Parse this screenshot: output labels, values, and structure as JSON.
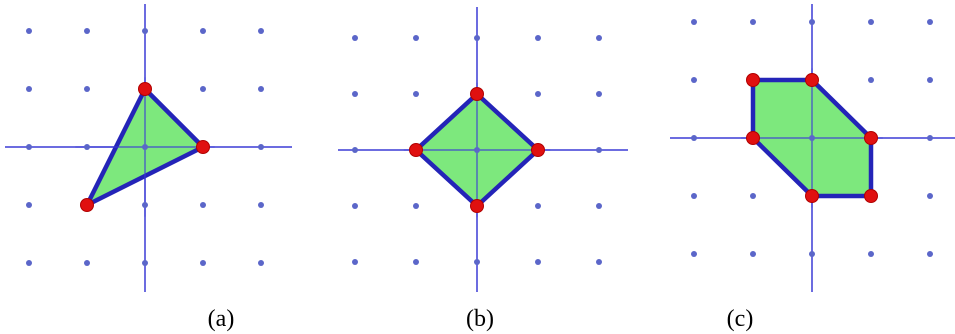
{
  "colors": {
    "background": "#ffffff",
    "axis": "#3b3bd6",
    "lattice_point": "#5b66c9",
    "polygon_fill": "#7de87d",
    "polygon_edge": "#2424b8",
    "vertex": "#e01010"
  },
  "panels": [
    {
      "caption": "(a)",
      "grid": {
        "x": [
          -2,
          -1,
          0,
          1,
          2
        ],
        "y": [
          -2,
          -1,
          0,
          1,
          2
        ]
      },
      "polygon": [
        [
          0,
          1
        ],
        [
          1,
          0
        ],
        [
          -1,
          -1
        ]
      ]
    },
    {
      "caption": "(b)",
      "grid": {
        "x": [
          -2,
          -1,
          0,
          1,
          2
        ],
        "y": [
          -2,
          -1,
          0,
          1,
          2
        ]
      },
      "polygon": [
        [
          0,
          1
        ],
        [
          1,
          0
        ],
        [
          0,
          -1
        ],
        [
          -1,
          0
        ]
      ]
    },
    {
      "caption": "(c)",
      "grid": {
        "x": [
          -2,
          -1,
          0,
          1,
          2
        ],
        "y": [
          -2,
          -1,
          0,
          1,
          2
        ]
      },
      "polygon": [
        [
          -1,
          1
        ],
        [
          0,
          1
        ],
        [
          1,
          0
        ],
        [
          1,
          -1
        ],
        [
          0,
          -1
        ],
        [
          -1,
          0
        ]
      ]
    }
  ]
}
